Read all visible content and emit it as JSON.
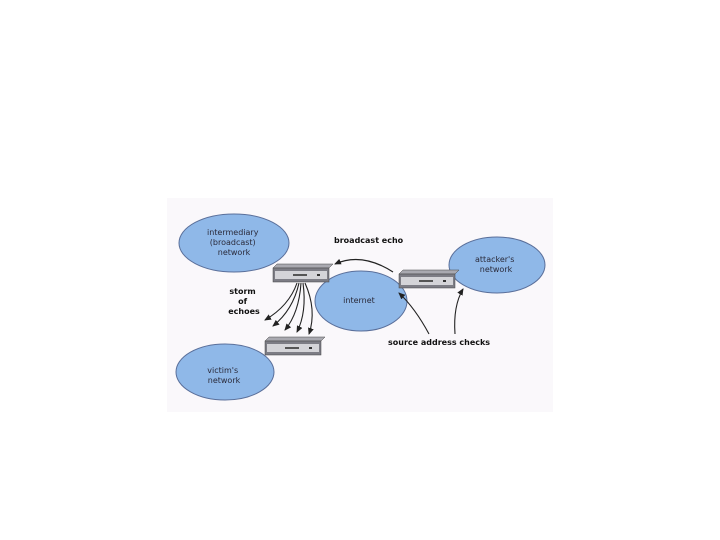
{
  "diagram": {
    "nodes": {
      "intermediary_network": {
        "lines": [
          "intermediary",
          "(broadcast)",
          "network"
        ]
      },
      "internet": {
        "label": "internet"
      },
      "attacker_network": {
        "lines": [
          "attacker's",
          "network"
        ]
      },
      "victim_network": {
        "lines": [
          "victim's",
          "network"
        ]
      }
    },
    "annotations": {
      "broadcast_echo": "broadcast echo",
      "storm_of_echoes": [
        "storm",
        "of",
        "echoes"
      ],
      "source_address_checks": "source address checks"
    },
    "colors": {
      "cloud_fill": "#8fb8e8",
      "cloud_stroke": "#5a6f9a",
      "server_body": "#7d7d85",
      "server_face": "#d4d4d8",
      "arrow": "#222222",
      "panel_bg": "#faf8fb"
    }
  }
}
